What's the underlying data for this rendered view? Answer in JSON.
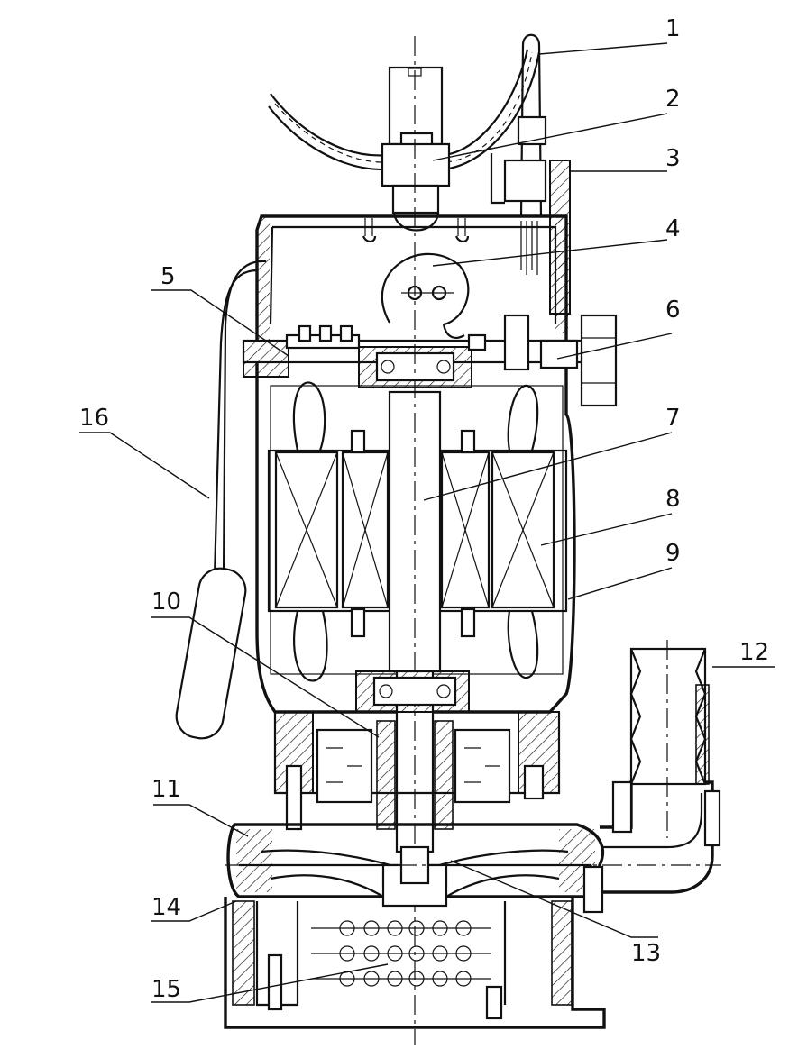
{
  "figure": {
    "callouts": [
      "1",
      "2",
      "3",
      "4",
      "5",
      "6",
      "7",
      "8",
      "9",
      "10",
      "11",
      "12",
      "13",
      "14",
      "15",
      "16"
    ]
  }
}
